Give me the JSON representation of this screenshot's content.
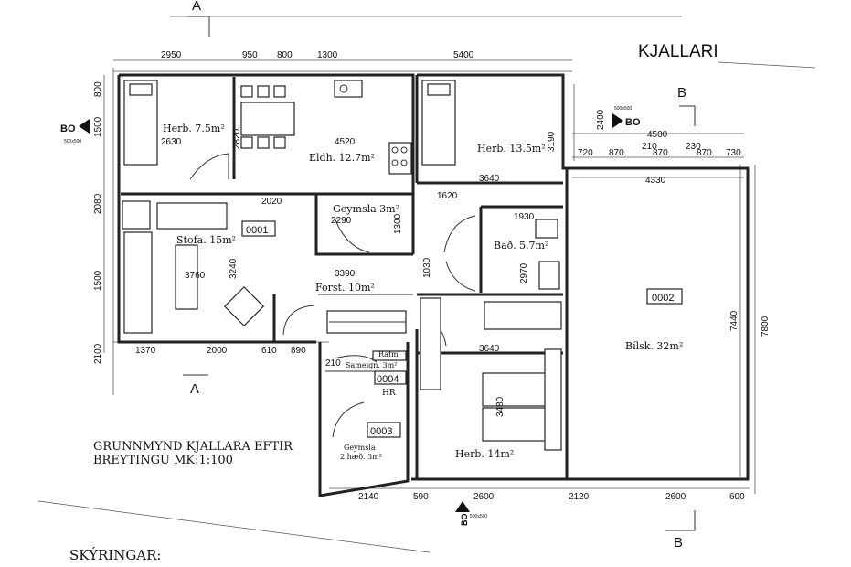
{
  "title": "KJALLARI",
  "caption": {
    "line1": "GRUNNMYND KJALLARA EFTIR",
    "line2": "BREYTINGU MK:1:100"
  },
  "legend_heading": "SKÝRINGAR:",
  "section_marks": {
    "a": "A",
    "b": "B"
  },
  "rooms": {
    "herb1": "Herb. 7.5m²",
    "eldh": "Eldh. 12.7m²",
    "herb2": "Herb. 13.5m²",
    "geymsla1": "Geymsla 3m²",
    "stofa": "Stofa. 15m²",
    "bad": "Bað. 5.7m²",
    "forst": "Forst. 10m²",
    "bilsk": "Bílsk. 32m²",
    "rafm": "Rafm",
    "sameign": "Sameign. 3m²",
    "hr": "HR",
    "geymsla2a": "Geymsla",
    "geymsla2b": "2.hæð. 3m²",
    "herb3": "Herb. 14m²"
  },
  "unit_numbers": {
    "u1": "0001",
    "u2": "0002",
    "u3": "0003",
    "u4": "0004"
  },
  "exits": {
    "label": "BO",
    "size": "500x500"
  },
  "dimensions": {
    "top": [
      "2950",
      "950",
      "800",
      "1300",
      "5400"
    ],
    "garage_top": "4500",
    "garage_sub": [
      "720",
      "870",
      "210",
      "870",
      "230",
      "870",
      "730"
    ],
    "garage_inner": "4330",
    "bottom_left": [
      "1370",
      "2000",
      "610",
      "890",
      "210"
    ],
    "bottom": [
      "2140",
      "590",
      "2600",
      "2120",
      "2600",
      "600"
    ],
    "left": [
      "800",
      "1500",
      "2080",
      "1500",
      "2100"
    ],
    "right": [
      "7440",
      "7800",
      "2400"
    ],
    "inner": {
      "herb1_w": "2630",
      "herb1_h": "2820",
      "eldh_w": "4520",
      "herb2_h": "3190",
      "herb2_w": "3640",
      "stofa_w": "2020",
      "gey_w": "2290",
      "gey_h": "1300",
      "bad_w": "1930",
      "hall_w": "1620",
      "stofa_h": "3240",
      "sofa_w": "3760",
      "forst_w": "3390",
      "bad_h": "2970",
      "hall_h": "1030",
      "herb3_w": "3640",
      "herb3_h": "3480"
    }
  }
}
